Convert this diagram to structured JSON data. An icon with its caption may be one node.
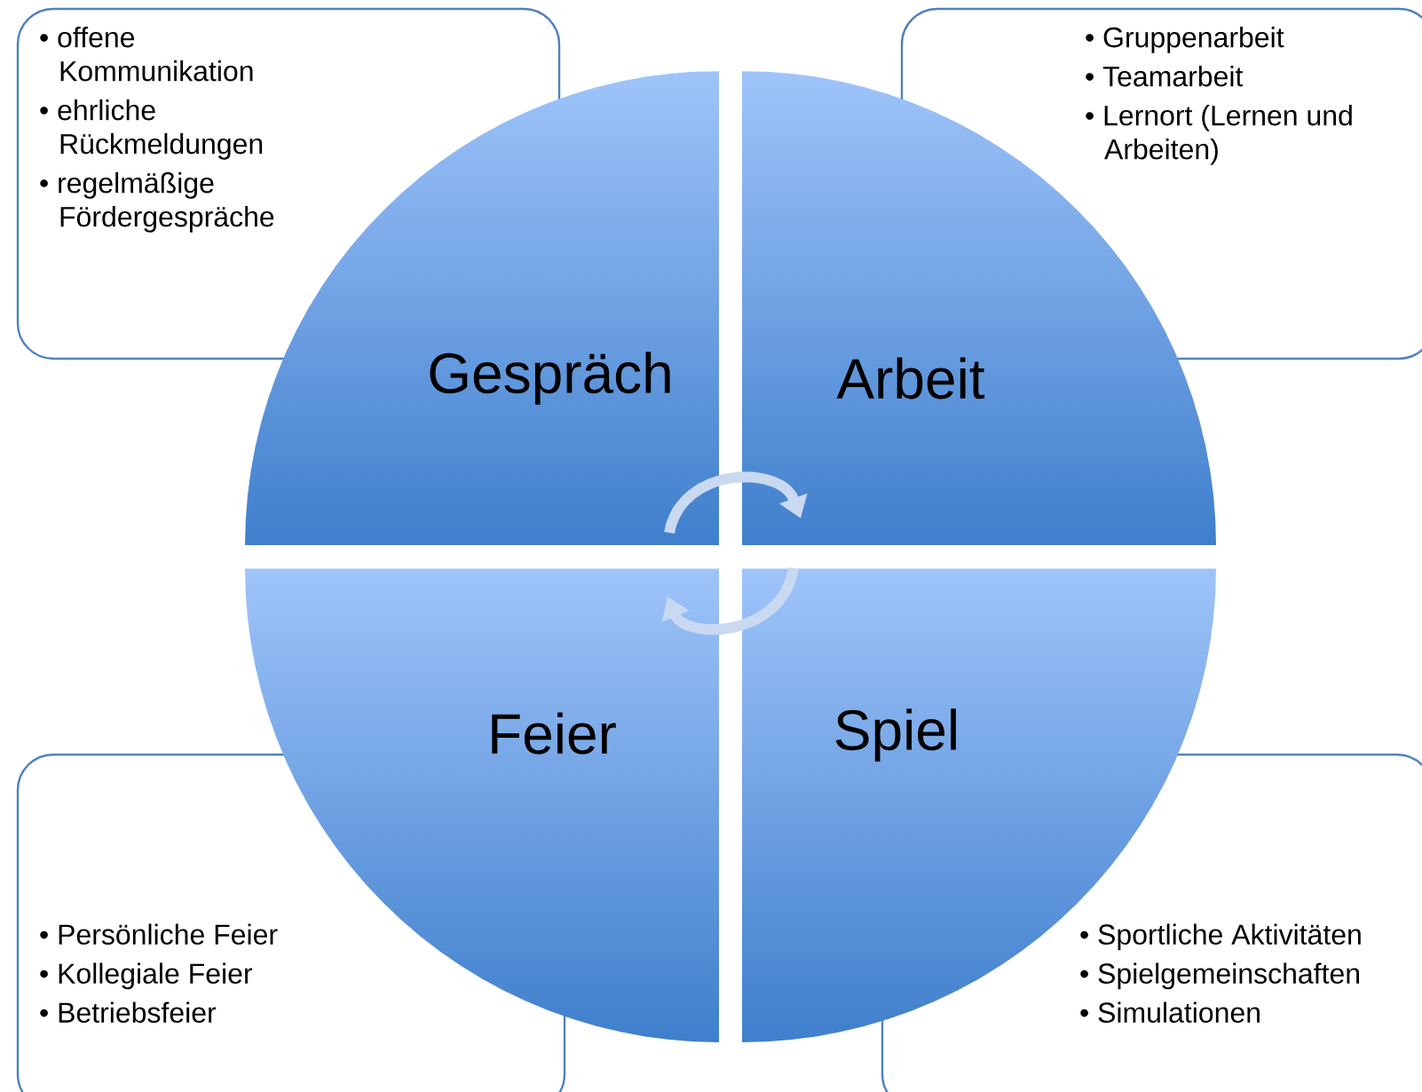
{
  "diagram": {
    "nodes": [
      {
        "text": [
          "• offene Kommunikation",
          "• ehrliche Rückmeldungen",
          "• regelmäßige Fördergespräche"
        ]
      },
      {
        "text": [
          "• Gruppenarbeit",
          "• Teamarbeit",
          "• Lernort (Lernen und Arbeiten)"
        ]
      },
      {
        "text": [
          "Gespräch"
        ]
      },
      {
        "text": [
          "Arbeit"
        ]
      },
      {
        "text": [
          "Feier"
        ]
      },
      {
        "text": [
          "Spiel"
        ]
      },
      {
        "text": [
          "• Persönliche Feier",
          "• Kollegiale Feier",
          "• Betriebsfeier"
        ]
      },
      {
        "text": [
          "• Sportliche Aktivitäten",
          "• Spielgemeinschaften",
          "• Simulationen"
        ]
      }
    ]
  }
}
